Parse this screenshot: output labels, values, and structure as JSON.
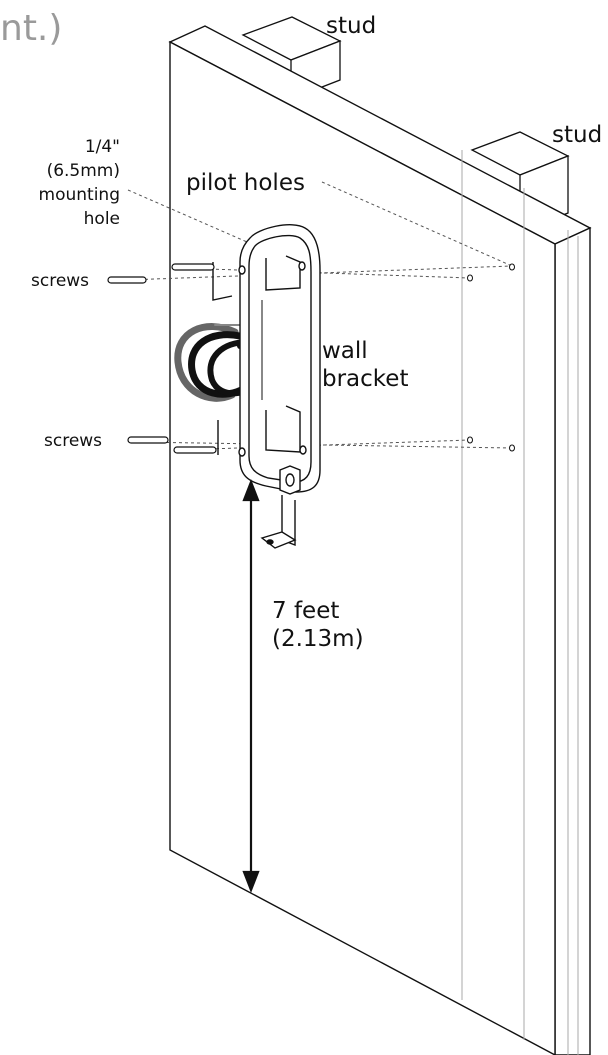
{
  "header_fragment": "nt.)",
  "labels": {
    "stud_back": "stud",
    "stud_front": "stud",
    "mounting_hole": [
      "1/4\"",
      "(6.5mm)",
      "mounting",
      "hole"
    ],
    "pilot_holes": "pilot holes",
    "screws_top": "screws",
    "screws_bottom": "screws",
    "wall_bracket": [
      "wall",
      "bracket"
    ],
    "height": [
      "7 feet",
      "(2.13m)"
    ]
  },
  "colors": {
    "line": "#111111",
    "guide": "#555555",
    "header": "#9a9a9a",
    "stud_edge": "#aaaaaa"
  }
}
